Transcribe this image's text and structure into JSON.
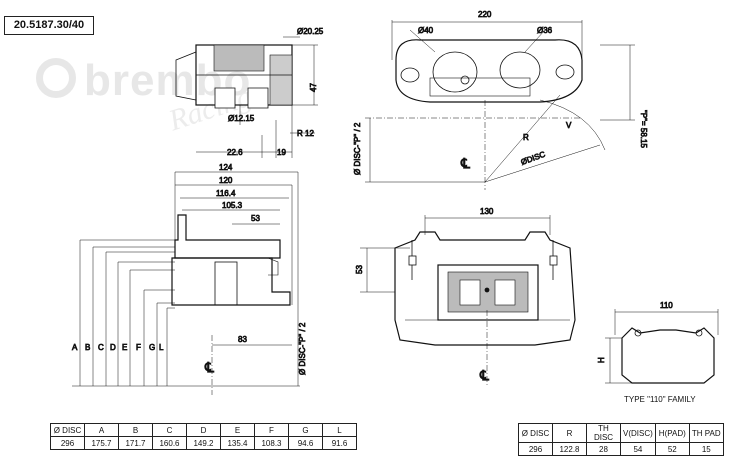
{
  "part_number": "20.5187.30/40",
  "watermark": {
    "brand": "brembo",
    "sub": "Racing"
  },
  "top_view": {
    "dims": {
      "hole_dia": "Ø20.25",
      "height": "47",
      "bolt_dia": "Ø12.15",
      "radius": "R 12",
      "offset": "22.6",
      "width": "19"
    }
  },
  "front_view": {
    "dims": {
      "overall": "220",
      "piston1": "Ø40",
      "piston2": "Ø36",
      "r": "R",
      "v": "V",
      "disc": "ØDISC",
      "p_label": "\"P\"= 58.15",
      "disc_p": "Ø DISC-\"P\" / 2"
    }
  },
  "side_view": {
    "dims": [
      "124",
      "120",
      "116.4",
      "105.3",
      "53",
      "83"
    ],
    "letters": [
      "A",
      "B",
      "C",
      "D",
      "E",
      "F",
      "G",
      "L"
    ],
    "disc_p": "Ø DISC-\"P\" / 2",
    "cl": "℄"
  },
  "bottom_view": {
    "dims": {
      "width": "130",
      "height": "53"
    },
    "cl": "℄"
  },
  "pad_view": {
    "dims": {
      "width": "110",
      "h": "H"
    },
    "family": "TYPE \"110\" FAMILY"
  },
  "table_left": {
    "headers": [
      "Ø DISC",
      "A",
      "B",
      "C",
      "D",
      "E",
      "F",
      "G",
      "L"
    ],
    "row": [
      "296",
      "175.7",
      "171.7",
      "160.6",
      "149.2",
      "135.4",
      "108.3",
      "94.6",
      "91.6"
    ]
  },
  "table_right": {
    "headers": [
      "Ø DISC",
      "R",
      "TH DISC",
      "V(DISC)",
      "H(PAD)",
      "TH PAD"
    ],
    "row": [
      "296",
      "122.8",
      "28",
      "54",
      "52",
      "15"
    ]
  }
}
